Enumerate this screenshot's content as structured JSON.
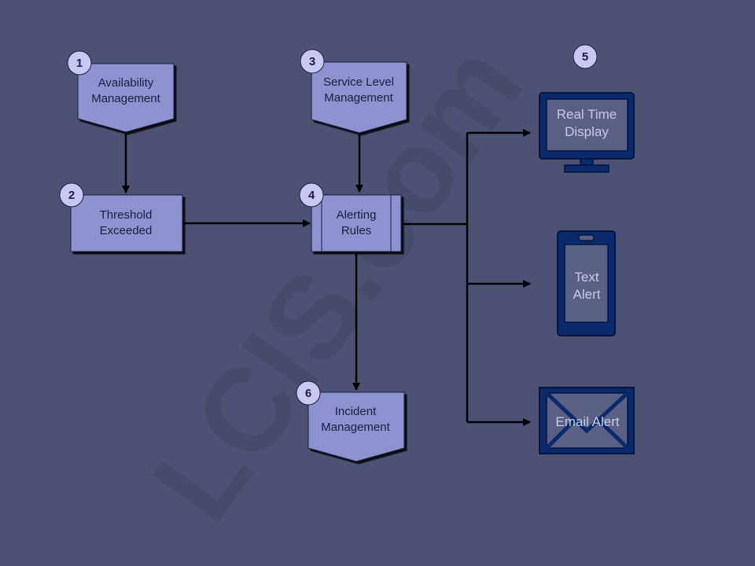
{
  "watermark": "LCIS.com",
  "colors": {
    "background": "#4d5275",
    "node_fill": "#8c93d0",
    "badge_fill": "#c9c8f4",
    "device_fill": "#0b2a6e",
    "device_screen": "#5a5f84",
    "arrow": "#000000"
  },
  "nodes": {
    "availability": {
      "line1": "Availability",
      "line2": "Management",
      "badge": "1"
    },
    "threshold": {
      "line1": "Threshold",
      "line2": "Exceeded",
      "badge": "2"
    },
    "service_level": {
      "line1": "Service Level",
      "line2": "Management",
      "badge": "3"
    },
    "alerting": {
      "line1": "Alerting",
      "line2": "Rules",
      "badge": "4"
    },
    "incident": {
      "line1": "Incident",
      "line2": "Management",
      "badge": "6"
    }
  },
  "outputs": {
    "badge": "5",
    "display": {
      "line1": "Real Time",
      "line2": "Display",
      "icon": "monitor-icon"
    },
    "text": {
      "line1": "Text",
      "line2": "Alert",
      "icon": "smartphone-icon"
    },
    "email": {
      "label": "Email Alert",
      "icon": "envelope-icon"
    }
  }
}
